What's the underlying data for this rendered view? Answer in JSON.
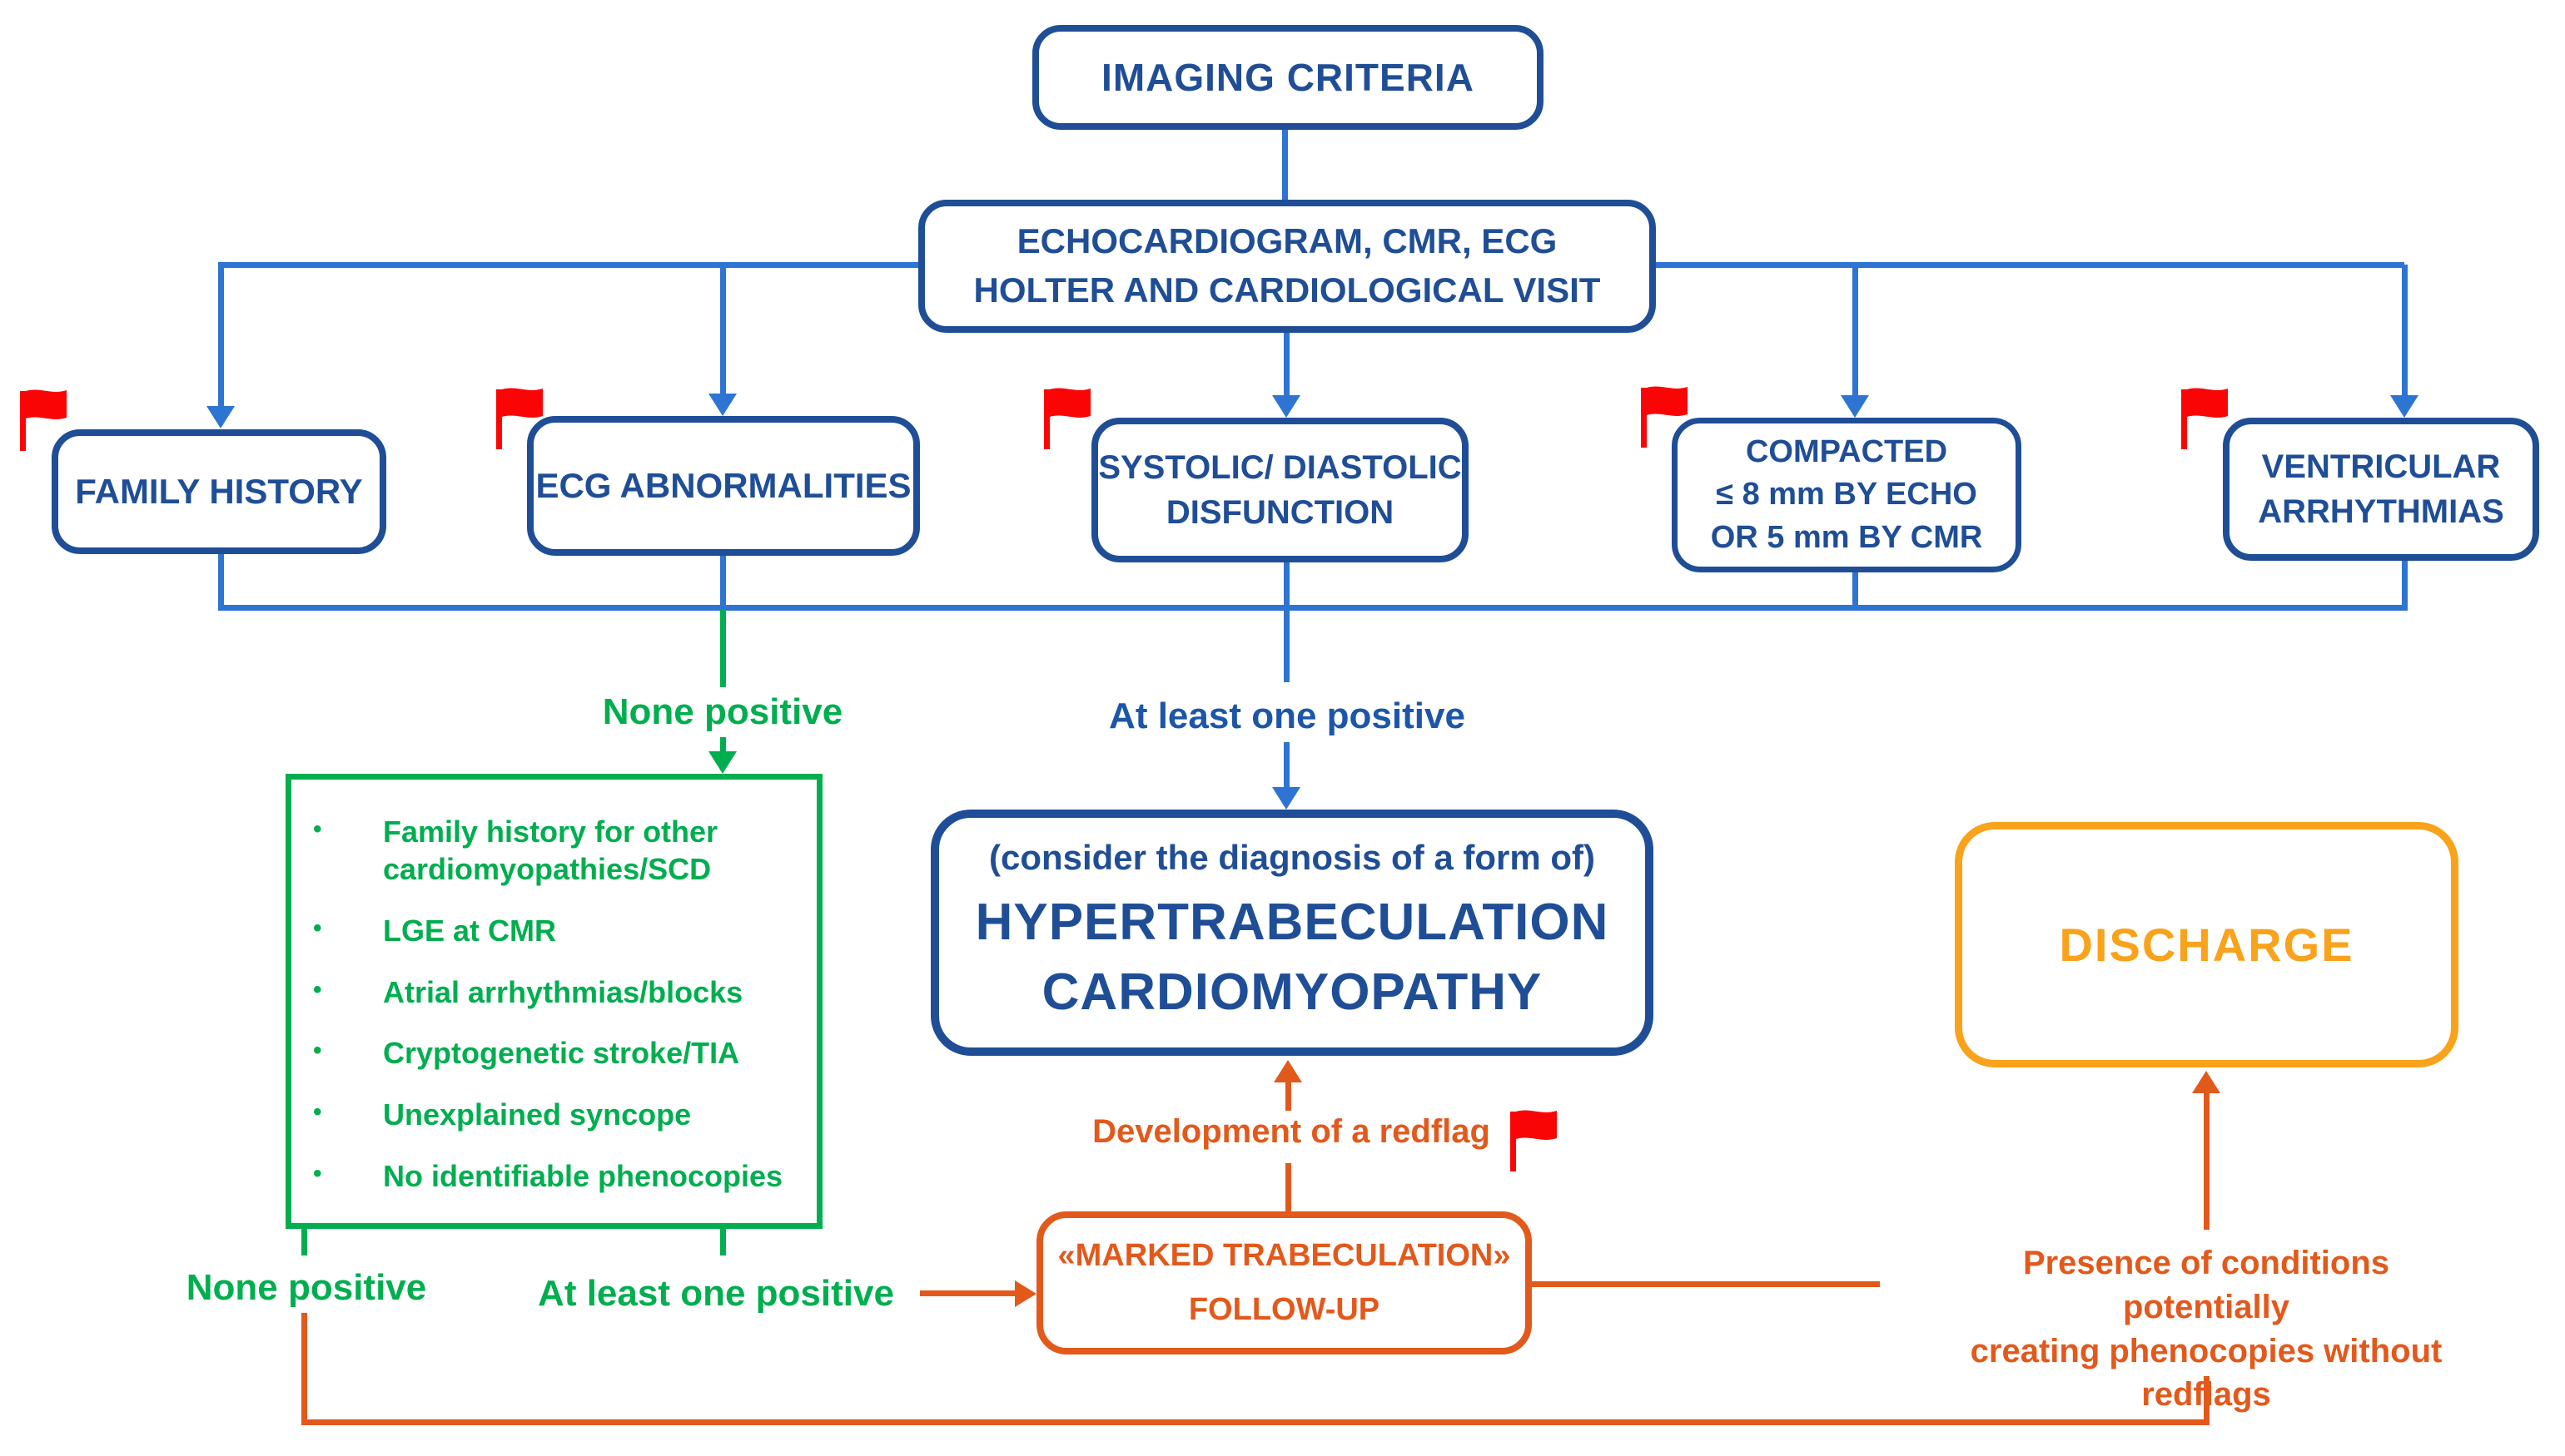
{
  "colors": {
    "navy": "#1F4E96",
    "text_navy": "#1C56A8",
    "line_blue": "#2E74D2",
    "green": "#00AE4F",
    "orange": "#F9A21B",
    "dark_orange": "#E2591C",
    "red": "#FA0505"
  },
  "flow": {
    "imaging": "IMAGING CRITERIA",
    "workup": "ECHOCARDIOGRAM, CMR, ECG\nHOLTER AND CARDIOLOGICAL VISIT",
    "criteria": [
      {
        "label": "FAMILY HISTORY"
      },
      {
        "label": "ECG ABNORMALITIES"
      },
      {
        "label": "SYSTOLIC/ DIASTOLIC\nDISFUNCTION"
      },
      {
        "label": "COMPACTED\n≤ 8 mm BY ECHO\nOR 5 mm BY CMR"
      },
      {
        "label": "VENTRICULAR\nARRHYTHMIAS"
      }
    ]
  },
  "labels": {
    "none_positive_top": "None positive",
    "at_least_one_positive_top": "At least one positive",
    "development_redflag": "Development of a redflag",
    "none_positive_bottom": "None positive",
    "at_least_one_positive_bottom": "At least one positive",
    "presence_conditions": "Presence of conditions potentially\ncreating phenocopies without\nredflags"
  },
  "checklist": {
    "bullet": "•",
    "items": [
      {
        "text": "Family history for other\ncardiomyopathies/SCD"
      },
      {
        "text": "LGE at CMR"
      },
      {
        "text": "Atrial arrhythmias/blocks"
      },
      {
        "text": "Cryptogenetic stroke/TIA"
      },
      {
        "text": "Unexplained syncope"
      },
      {
        "text": "No identifiable phenocopies"
      }
    ]
  },
  "diagnosis": {
    "preline": "(consider the diagnosis of a form of)",
    "line1": "HYPERTRABECULATION",
    "line2": "CARDIOMYOPATHY"
  },
  "discharge": {
    "label": "DISCHARGE"
  },
  "followup": {
    "line1": "«MARKED TRABECULATION»",
    "line2": "FOLLOW-UP"
  }
}
